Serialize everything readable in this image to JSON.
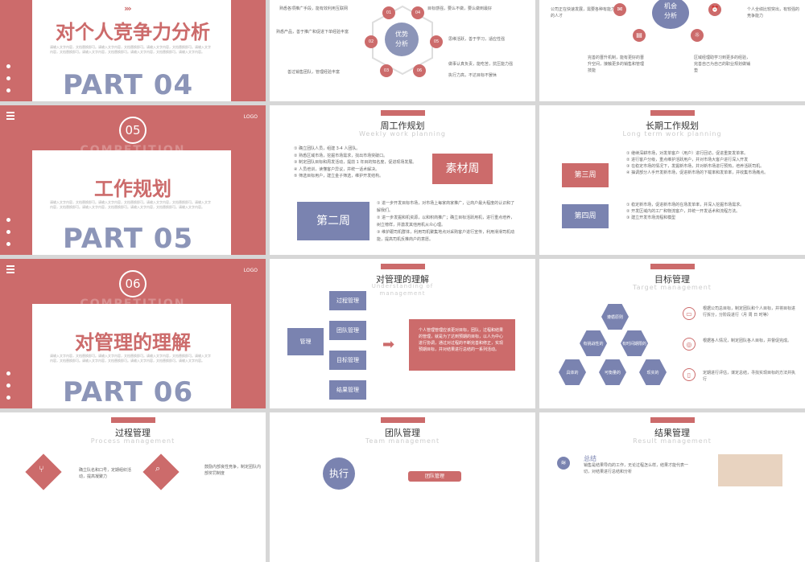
{
  "slides": {
    "part04": {
      "title": "对个人竞争力分析",
      "part": "PART 04",
      "chevrons": "›››",
      "placeholder": "请输入文字内容，文档替换即可。请输入文字内容，文档替换即可。请输入文字内容，文档替换即可。请输入文字内容，文档替换即可。请输入文字内容，文档替换即可。请输入文字内容，文档替换即可。请输入文字内容。"
    },
    "advantage": {
      "center_line1": "优势",
      "center_line2": "分析",
      "nums": [
        "01",
        "04",
        "02",
        "05",
        "03",
        "06"
      ],
      "left": [
        "熟悉各项推广手段，能有效利用互联网",
        "熟悉产品，善于推广和促进下单经验丰富",
        "善过销售团队，管理经验丰富"
      ],
      "right": [
        "目标感强，要么不做，要么做到最好",
        "思维活跃，善于学习，适应性强",
        "做事认真负责，能吃苦，抗压能力强",
        "执行力高，不达目标不罢休"
      ]
    },
    "opportunity": {
      "center_line1": "机会",
      "center_line2": "分析",
      "left_top": "公司正在快速发展，需要各种有能力的人才",
      "right_top": "个人全绩比较突出，有较强的竞争能力",
      "left_bottom": "完善的晋升机制，能有更好的晋升空间，接触更多的销售和管理技能",
      "right_bottom": "区域经理助学习到更多的经验，完善自己为自己的职业规划做铺垫"
    },
    "part05": {
      "num": "05",
      "logo": "LOGO",
      "ghost": "COMPETITION",
      "title": "工作规划",
      "part": "PART 05",
      "placeholder": "请输入文字内容，文档替换即可。请输入文字内容，文档替换即可。请输入文字内容，文档替换即可。请输入文字内容，文档替换即可。请输入文字内容，文档替换即可。请输入文字内容，文档替换即可。请输入文字内容。"
    },
    "weekly": {
      "title": "周工作规划",
      "subtitle": "Weekly work planning",
      "week1": "素材周",
      "week2": "第二周",
      "list1": [
        "① 确立团队人员，组建 3-4 人团队。",
        "② 熟悉区域市场，挖掘市场需求，找出市场突破口。",
        "③ 制定团队目标和周发活动，提前 1 年目的知名度，促进现场发展。",
        "④ 人员培训，读懂客户异议，并统一话术解决。",
        "⑤ 筛选目标用户，建立金子筛选，维护开发结构。"
      ],
      "list2": [
        "① 进一步开发目标市场，对市场上每家商家推广，让商户最大程度的认识和了解我们。",
        "② 进一步发掘和机资源，以和积商推广；确立目标活跃用机，进行重点培养，树立榜样，并激发其他用机从众心理。",
        "③ 维护跟司机群体，利用司机聚集地点对采购客户进行宣传，利用滑滑司机动能，提高司机反推商户的意愿。"
      ]
    },
    "longterm": {
      "title": "长期工作规划",
      "subtitle": "Long term work planning",
      "week3": "第三周",
      "week4": "第四周",
      "list1": [
        "① 继续深耕市场，对发单客户（用户）进行回访，促进重复发单率。",
        "② 进行客户分级，重点维护活跃用户，并对市场大客户进行深入开发",
        "③ 在稳定市场的情况下，发掘新市场，并对新市场进行预热，培养活跃司机。",
        "④ 抽调部分人手开发新市场，促进新市场的下载率和发单率，并收集市场痛点。"
      ],
      "list2": [
        "① 稳定新市场，促进新市场的在场发单率，并深入挖掘市场需求。",
        "② 开发区域内的工厂和物流客户，并统一开发话术和流程方法。",
        "③ 建立开发市场流程和模型"
      ]
    },
    "part06": {
      "num": "06",
      "logo": "LOGO",
      "ghost": "COMPETITION",
      "title": "对管理的理解",
      "part": "PART 06",
      "placeholder": "请输入文字内容，文档替换即可。请输入文字内容，文档替换即可。请输入文字内容，文档替换即可。请输入文字内容，文档替换即可。请输入文字内容，文档替换即可。请输入文字内容，文档替换即可。请输入文字内容。"
    },
    "understanding": {
      "title": "对管理的理解",
      "subtitle_1": "Understanding of",
      "subtitle_2": "management",
      "root": "管理",
      "items": [
        "过程管理",
        "团队管理",
        "目标管理",
        "结果管理"
      ],
      "desc": "个人管理管理应该更对目标，团队，过程和结果的管理，就是为了达到预期的目标，以人为中心进行协调，通过对过程的不断完善和修正，实现预期目标，并对结果进行总结的一系列活动。"
    },
    "target": {
      "title": "目标管理",
      "subtitle": "Target management",
      "hexes": [
        "遵循原则",
        "有挑战性的",
        "有时间期限的",
        "具体的",
        "可衡量的",
        "现实的"
      ],
      "items": [
        "根据公司总目标，制定团队和个人目标，并将目标进行拆分，分阶段进行（月 周 日 时等）",
        "根据各人情况，制定团队各人目标，并督促完成。",
        "定期进行评估，谋定总结，寻找实现目标的方法并执行"
      ]
    },
    "process": {
      "title": "过程管理",
      "subtitle": "Process management",
      "text1": "确立队名和口号，定期组织活动，提高凝聚力",
      "text2": "鼓励内部良性竞争，制定团队内部奖罚制度"
    },
    "team": {
      "title": "团队管理",
      "subtitle": "Team management",
      "circle": "执行",
      "label": "团队管理"
    },
    "result": {
      "title": "结果管理",
      "subtitle": "Result management",
      "heading": "总结",
      "text": "销售是结果导向的工作，无论过程怎么样，结果才能代表一切，对结果进行总结和分析"
    }
  },
  "colors": {
    "accent": "#cc6b6b",
    "secondary": "#7a83b0",
    "background": "#d7d7d7"
  }
}
